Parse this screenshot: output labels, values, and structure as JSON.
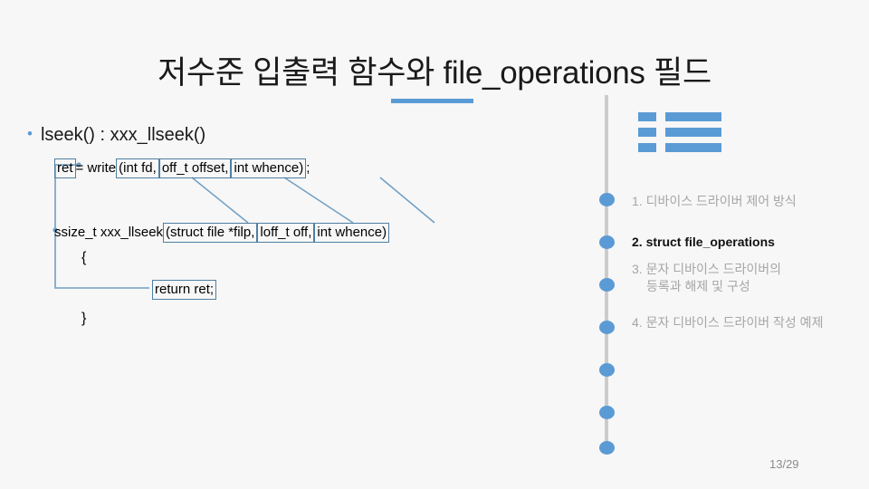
{
  "slide": {
    "title": "저수준 입출력 함수와 file_operations 필드",
    "page_number": "13/29",
    "accent_color": "#5b9bd5",
    "background_color": "#f7f7f7",
    "box_border_color": "#4f7fa3",
    "muted_text_color": "#a6a6a6"
  },
  "content": {
    "bullet_marker": "•",
    "heading": "lseek() : xxx_llseek()",
    "code_line_1": {
      "segments": [
        {
          "text": "ret",
          "boxed": true
        },
        {
          "text": " = write",
          "boxed": false
        },
        {
          "text": "(int fd,",
          "boxed": true
        },
        {
          "text": "off_t offset,",
          "boxed": true
        },
        {
          "text": "int whence)",
          "boxed": true
        },
        {
          "text": ";",
          "boxed": false
        }
      ]
    },
    "code_line_2": {
      "segments": [
        {
          "text": "ssize_t xxx_llseek ",
          "boxed": false
        },
        {
          "text": "(struct file *filp,",
          "boxed": true
        },
        {
          "text": "loff_t off,",
          "boxed": true
        },
        {
          "text": "int whence)",
          "boxed": true
        }
      ]
    },
    "brace_open": "{",
    "return_statement": "return ret;",
    "brace_close": "}"
  },
  "agenda": {
    "icon": "list-icon",
    "items": [
      {
        "label": "1. 디바이스 드라이버 제어 방식",
        "active": false
      },
      {
        "label": "2. struct file_operations",
        "active": true
      },
      {
        "label_line1": "3. 문자 디바이스 드라이버의",
        "label_line2": "등록과 해제 및 구성",
        "active": false
      },
      {
        "label": "4. 문자 디바이스 드라이버 작성 예제",
        "active": false
      }
    ],
    "timeline_dot_count": 7
  }
}
